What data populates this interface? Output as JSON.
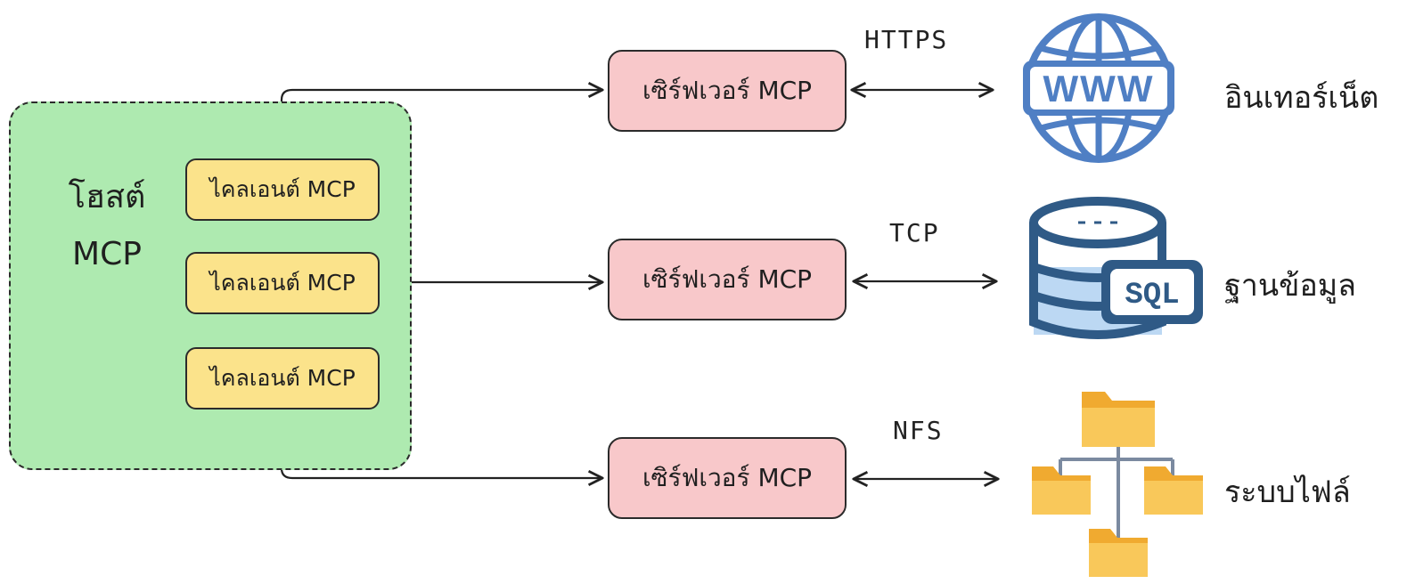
{
  "host": {
    "title_line1": "โฮสต์",
    "title_line2": "MCP"
  },
  "clients": [
    {
      "label": "ไคลเอนต์ MCP"
    },
    {
      "label": "ไคลเอนต์ MCP"
    },
    {
      "label": "ไคลเอนต์ MCP"
    }
  ],
  "servers": [
    {
      "label": "เซิร์ฟเวอร์ MCP",
      "protocol": "HTTPS",
      "resource": "อินเทอร์เน็ต",
      "resource_icon": "globe-www-icon"
    },
    {
      "label": "เซิร์ฟเวอร์ MCP",
      "protocol": "TCP",
      "resource": "ฐานข้อมูล",
      "resource_icon": "sql-database-icon"
    },
    {
      "label": "เซิร์ฟเวอร์ MCP",
      "protocol": "NFS",
      "resource": "ระบบไฟล์",
      "resource_icon": "folder-tree-icon"
    }
  ],
  "icons": {
    "globe_text": "WWW",
    "db_text": "SQL"
  },
  "colors": {
    "host_fill": "#aeeab0",
    "client_fill": "#fbe38b",
    "server_fill": "#f8c8ca",
    "globe_blue": "#4f7fc4",
    "db_dark": "#2f5a86",
    "db_light": "#bcd8f3",
    "folder": "#f5bd4a"
  }
}
